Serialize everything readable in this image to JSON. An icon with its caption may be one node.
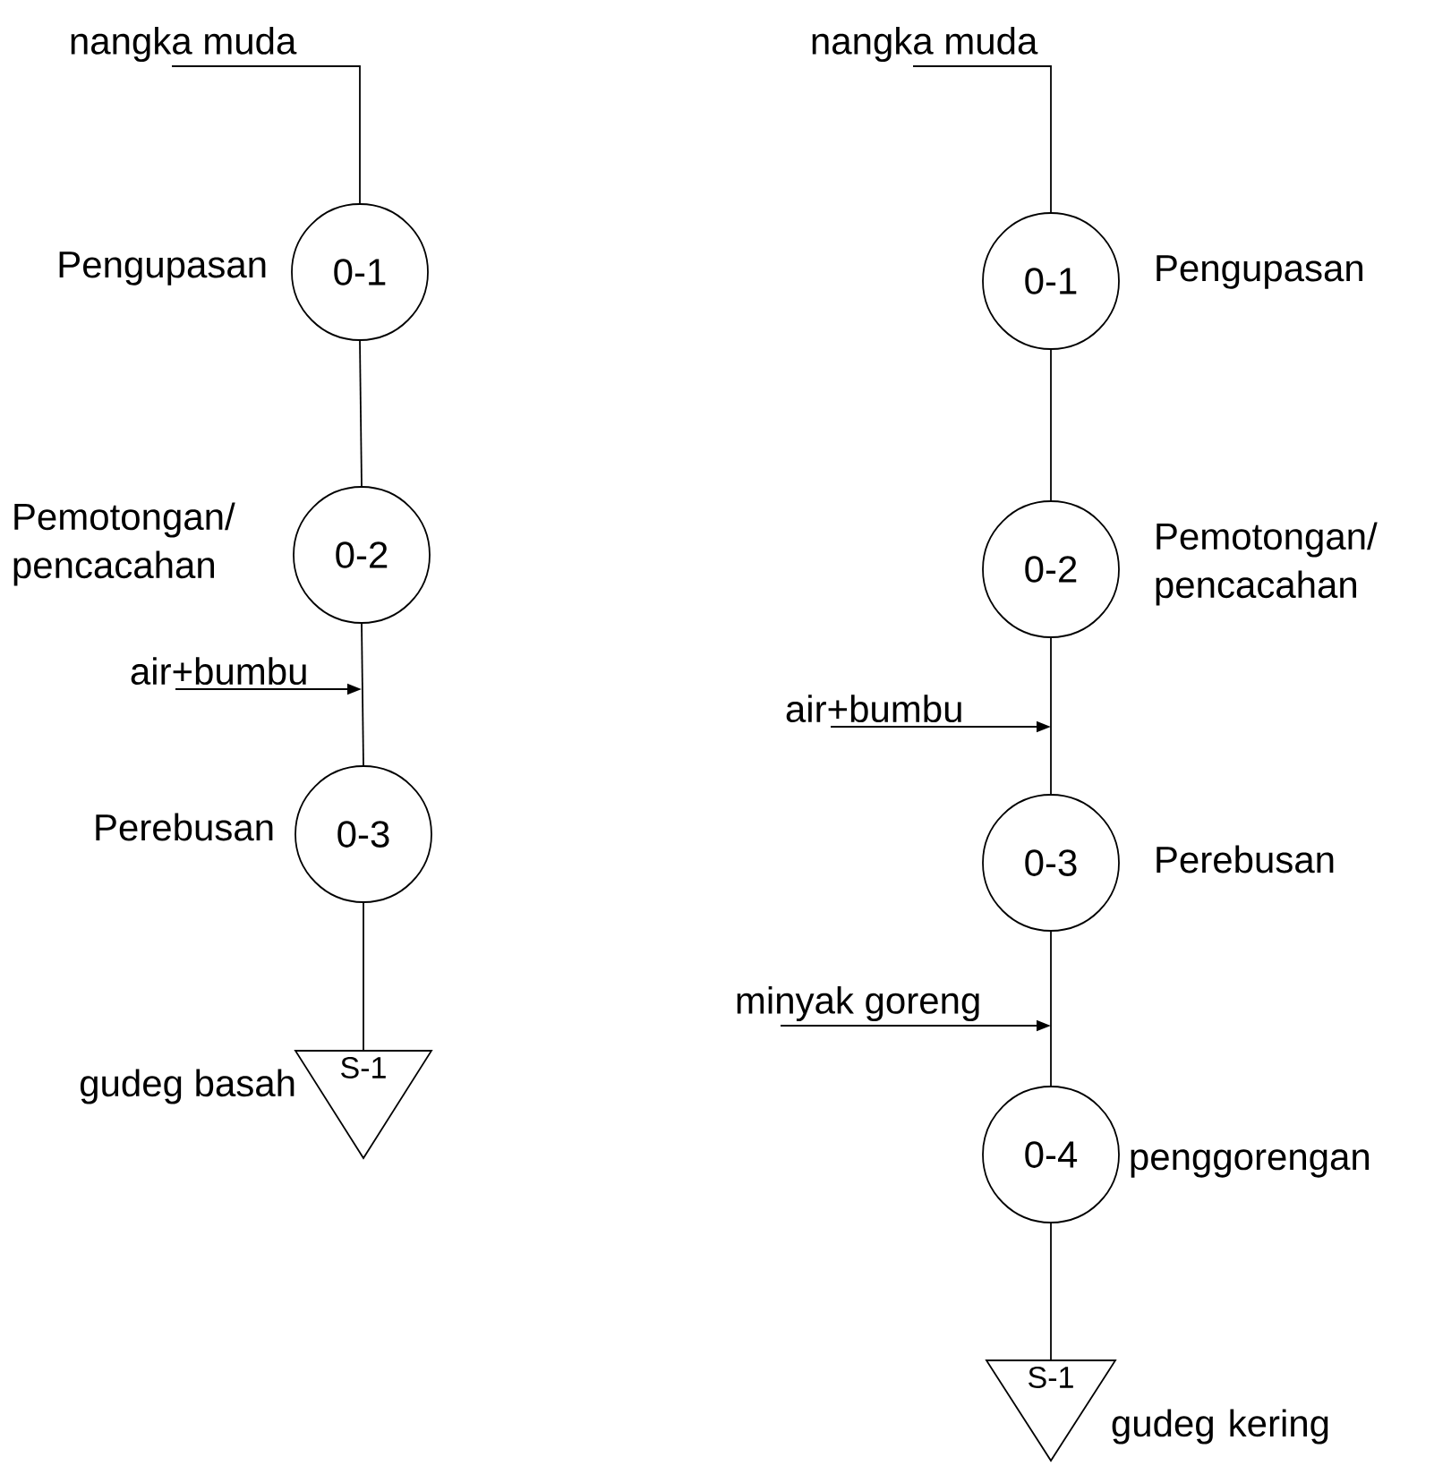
{
  "diagram": {
    "nodes": [
      {
        "text": [
          "nangka muda"
        ]
      },
      {
        "text": [
          "0-1"
        ],
        "beside": [
          "Pengupasan"
        ]
      },
      {
        "text": [
          "0-2"
        ],
        "beside": [
          "Pemotongan/ pencacahan"
        ]
      },
      {
        "text": [
          "air+bumbu"
        ]
      },
      {
        "text": [
          "0-3"
        ],
        "beside": [
          "Perebusan"
        ]
      },
      {
        "text": [
          "S-1"
        ],
        "beside": [
          "gudeg basah"
        ]
      },
      {
        "text": [
          "nangka muda"
        ]
      },
      {
        "text": [
          "0-1"
        ],
        "beside": [
          "Pengupasan"
        ]
      },
      {
        "text": [
          "0-2"
        ],
        "beside": [
          "Pemotongan/ pencacahan"
        ]
      },
      {
        "text": [
          "air+bumbu"
        ]
      },
      {
        "text": [
          "0-3"
        ],
        "beside": [
          "Perebusan"
        ]
      },
      {
        "text": [
          "minyak goreng"
        ]
      },
      {
        "text": [
          "0-4"
        ],
        "beside": [
          "penggorengan"
        ]
      },
      {
        "text": [
          "S-1"
        ],
        "beside": [
          "gudeg kering"
        ]
      }
    ],
    "edges": [
      {
        "from": 0,
        "to": 1,
        "arrow": "none"
      },
      {
        "from": 1,
        "to": 2,
        "arrow": "none"
      },
      {
        "from": 2,
        "to": 4,
        "arrow": "none"
      },
      {
        "from": 3,
        "to": null,
        "arrow": "to"
      },
      {
        "from": 4,
        "to": 5,
        "arrow": "none"
      },
      {
        "from": 6,
        "to": 7,
        "arrow": "none"
      },
      {
        "from": 7,
        "to": 8,
        "arrow": "none"
      },
      {
        "from": 8,
        "to": 10,
        "arrow": "none"
      },
      {
        "from": 9,
        "to": null,
        "arrow": "to"
      },
      {
        "from": 10,
        "to": 12,
        "arrow": "none"
      },
      {
        "from": 11,
        "to": null,
        "arrow": "to"
      },
      {
        "from": 12,
        "to": 13,
        "arrow": "none"
      }
    ]
  }
}
